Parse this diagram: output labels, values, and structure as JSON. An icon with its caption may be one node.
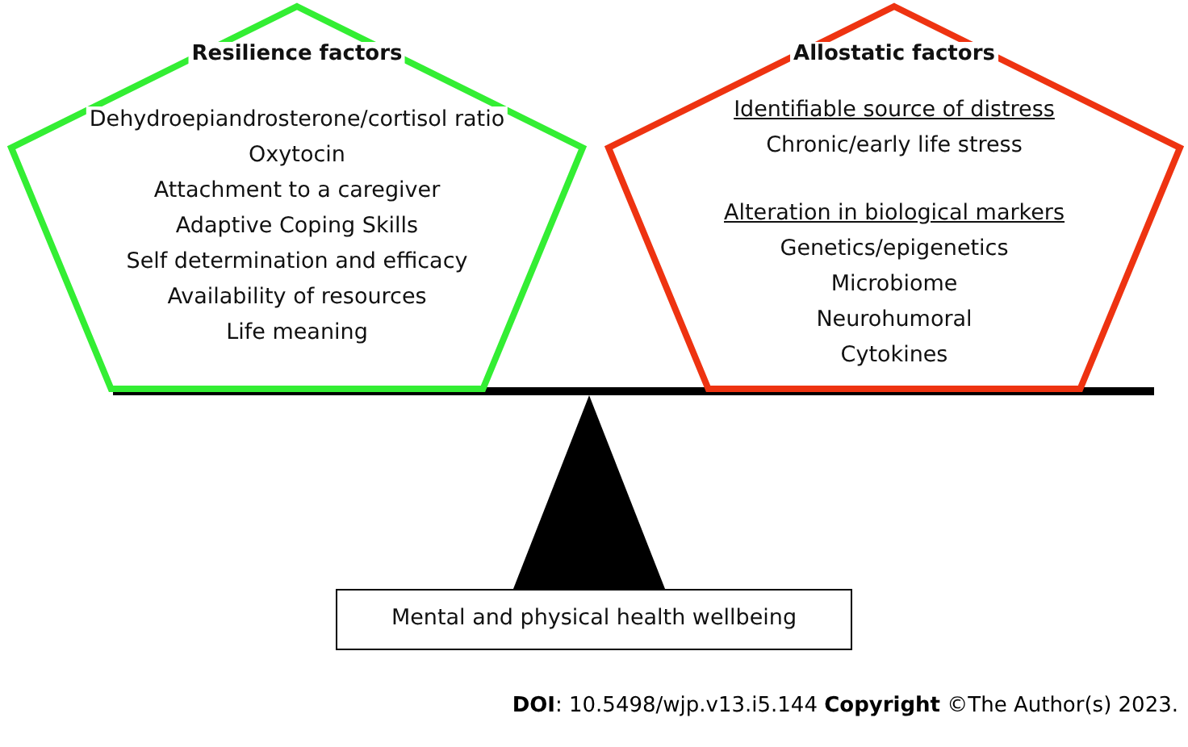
{
  "diagram": {
    "nodes": [
      {
        "text": [
          "Resilience factors",
          "Dehydroepiandrosterone/cortisol ratio",
          "Oxytocin",
          "Attachment to a caregiver",
          "Adaptive Coping Skills",
          "Self determination and efficacy",
          "Availability of resources",
          "Life meaning"
        ]
      },
      {
        "text": [
          "Allostatic factors",
          "Identifiable source of distress",
          "Chronic/early life stress",
          "Alteration in biological markers",
          "Genetics/epigenetics",
          "Microbiome",
          "Neurohumoral",
          "Cytokines"
        ]
      },
      {
        "text": [
          "Mental and physical health wellbeing"
        ]
      }
    ],
    "labels": [
      "**DOI**: 10.5498/wjp.v13.i5.144 **Copyright** ©The Author(s) 2023."
    ]
  }
}
